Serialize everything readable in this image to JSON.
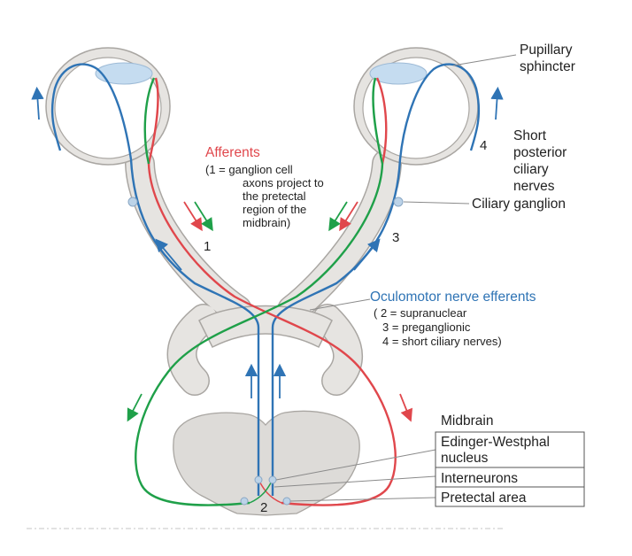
{
  "labels": {
    "pupillary_1": "Pupillary",
    "pupillary_2": "sphincter",
    "short_1": "Short",
    "short_2": "posterior",
    "short_3": "ciliary",
    "short_4": "nerves",
    "ciliary_ganglion": "Ciliary ganglion",
    "afferents_title": "Afferents",
    "afferents_l1": "(1 =  ganglion cell",
    "afferents_l2": "axons project to",
    "afferents_l3": "the pretectal",
    "afferents_l4": "region of the",
    "afferents_l5": "midbrain)",
    "efferents_title": "Oculomotor nerve efferents",
    "efferents_l1": "( 2 =  supranuclear",
    "efferents_l2": "3 =  preganglionic",
    "efferents_l3": "4 =  short ciliary nerves)",
    "midbrain": "Midbrain",
    "ew_1": "Edinger-Westphal",
    "ew_2": "nucleus",
    "interneurons": "Interneurons",
    "pretectal_area": "Pretectal area"
  },
  "numbers": {
    "n1": "1",
    "n2": "2",
    "n3": "3",
    "n4": "4"
  },
  "colors": {
    "afferent": "#e0474c",
    "afferent_alt": "#1fa049",
    "efferent": "#2f74b5",
    "nerve_fill": "#e6e4e1",
    "nerve_stroke": "#a9a6a2",
    "lens": "#c5dcf0",
    "midbrain_fill": "#dddbd8"
  }
}
